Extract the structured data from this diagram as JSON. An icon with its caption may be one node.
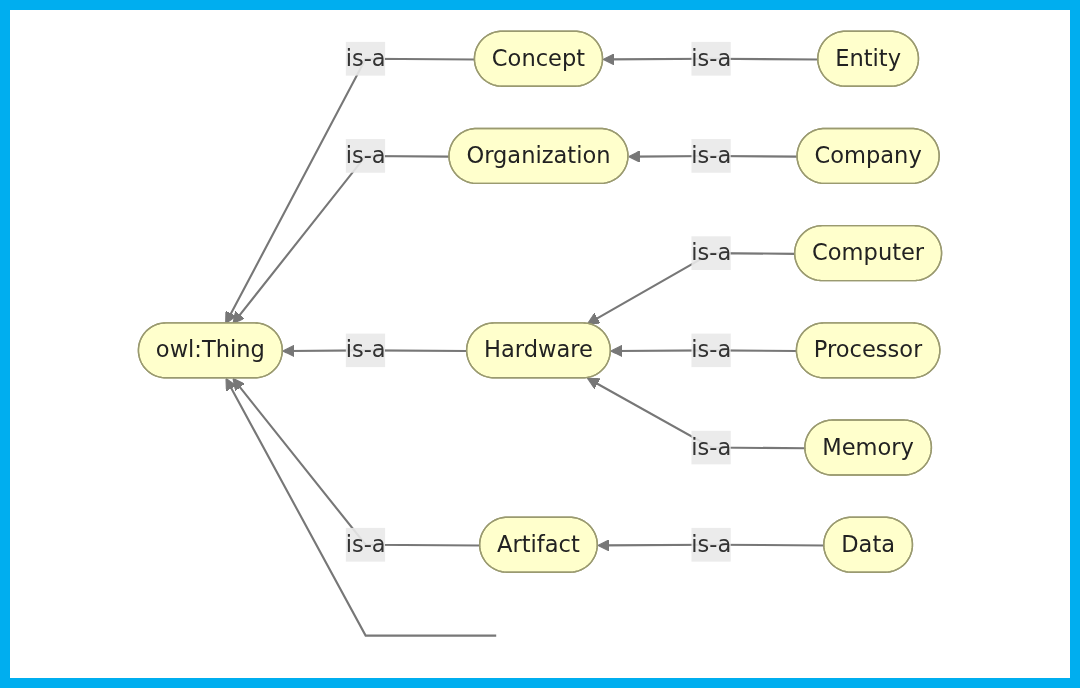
{
  "diagram": {
    "nodes": [
      {
        "text": [
          "owl:Thing"
        ]
      },
      {
        "text": [
          "Concept"
        ]
      },
      {
        "text": [
          "Organization"
        ]
      },
      {
        "text": [
          "Hardware"
        ]
      },
      {
        "text": [
          "Artifact"
        ]
      },
      {
        "text": [
          "Entity"
        ]
      },
      {
        "text": [
          "Company"
        ]
      },
      {
        "text": [
          "Computer"
        ]
      },
      {
        "text": [
          "Processor"
        ]
      },
      {
        "text": [
          "Memory"
        ]
      },
      {
        "text": [
          "Data"
        ]
      }
    ],
    "edges": [
      {
        "from": 1,
        "to": 0,
        "arrow": "to",
        "label": "is-a"
      },
      {
        "from": 2,
        "to": 0,
        "arrow": "to",
        "label": "is-a"
      },
      {
        "from": 3,
        "to": 0,
        "arrow": "to",
        "label": "is-a"
      },
      {
        "from": 4,
        "to": 0,
        "arrow": "to",
        "label": "is-a"
      },
      {
        "from": null,
        "to": 0,
        "arrow": "to"
      },
      {
        "from": 5,
        "to": 1,
        "arrow": "to",
        "label": "is-a"
      },
      {
        "from": 6,
        "to": 2,
        "arrow": "to",
        "label": "is-a"
      },
      {
        "from": 7,
        "to": 3,
        "arrow": "to",
        "label": "is-a"
      },
      {
        "from": 8,
        "to": 3,
        "arrow": "to",
        "label": "is-a"
      },
      {
        "from": 9,
        "to": 3,
        "arrow": "to",
        "label": "is-a"
      },
      {
        "from": 10,
        "to": 4,
        "arrow": "to",
        "label": "is-a"
      }
    ]
  }
}
